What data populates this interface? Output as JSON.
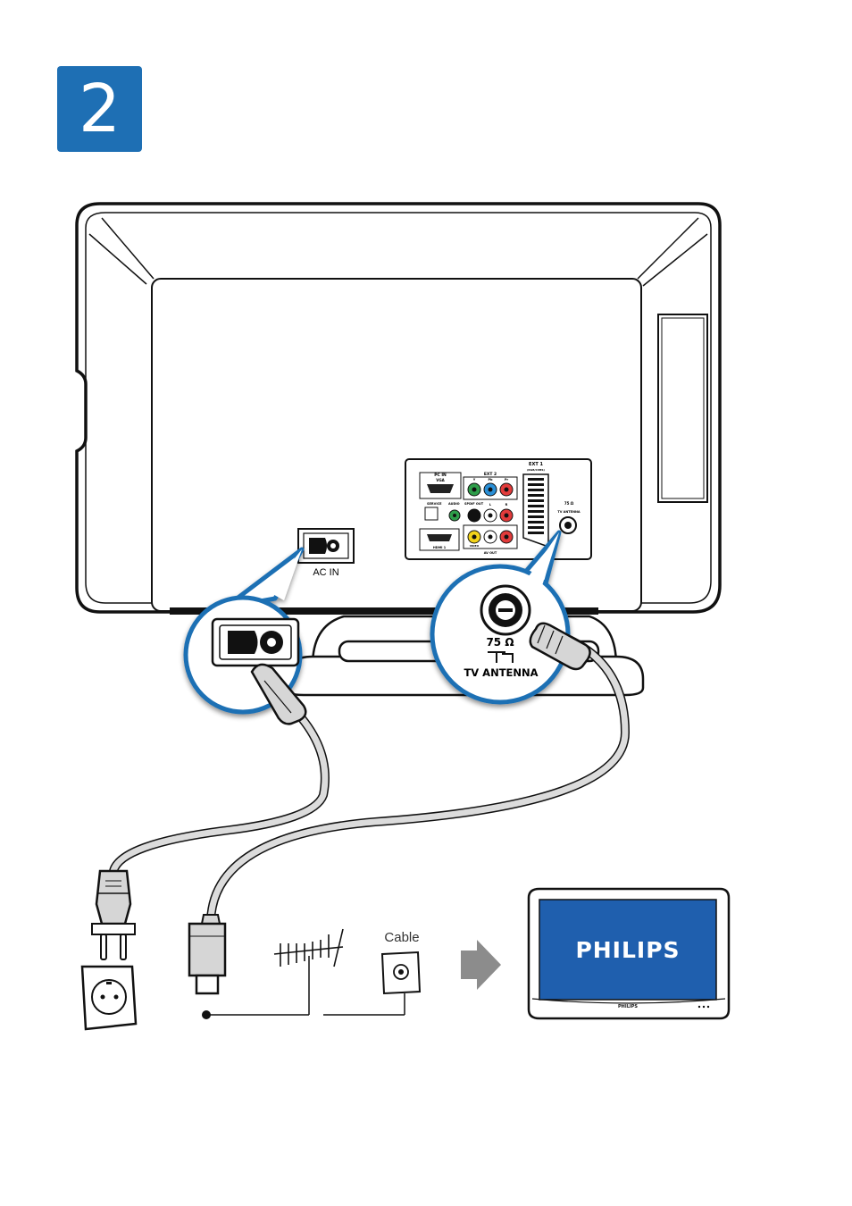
{
  "step": {
    "number": "2"
  },
  "tv_panel": {
    "ac_in_label": "AC IN",
    "port_labels": {
      "pc_in": "PC IN",
      "vga": "VGA",
      "ext2": "EXT 2",
      "ext1": "EXT 1",
      "ext1_sub": "(RGB/CVBS)",
      "y": "Y",
      "pb": "Pb",
      "pr": "Pr",
      "service": "SERVICE",
      "audio": "AUDIO",
      "spdif_out": "SPDIF OUT",
      "l": "L",
      "r": "R",
      "hdmi1": "HDMI 1",
      "video": "VIDEO",
      "av_out": "AV OUT",
      "ant_small_1": "75 Ω",
      "ant_small_2": "TV ANTENNA"
    }
  },
  "antenna_callout": {
    "impedance": "75 Ω",
    "label": "TV ANTENNA"
  },
  "bottom": {
    "cable_label": "Cable",
    "screen_brand": "PHILIPS",
    "bezel_brand": "PHILIPS"
  },
  "colors": {
    "badge_blue": "#1e6fb4",
    "callout_ring": "#1e6fb4",
    "screen_blue": "#1f5fae",
    "arrow_grey": "#8c8c8c"
  }
}
